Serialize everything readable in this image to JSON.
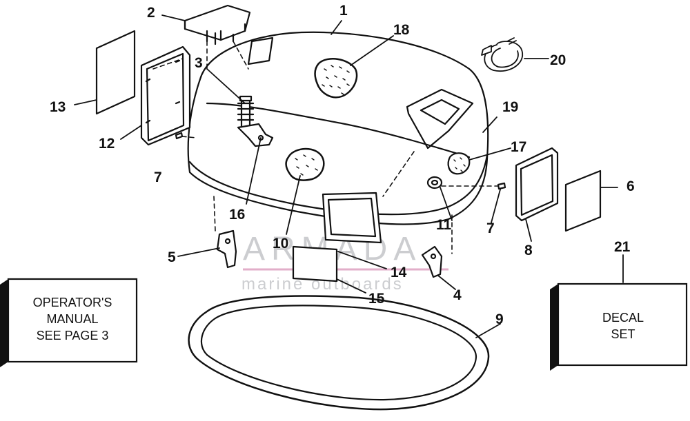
{
  "callouts": {
    "c1": "1",
    "c2": "2",
    "c3": "3",
    "c4": "4",
    "c5": "5",
    "c6": "6",
    "c7a": "7",
    "c7b": "7",
    "c8": "8",
    "c9": "9",
    "c10": "10",
    "c11": "11",
    "c12": "12",
    "c13": "13",
    "c14": "14",
    "c15": "15",
    "c16": "16",
    "c17": "17",
    "c18": "18",
    "c19": "19",
    "c20": "20",
    "c21": "21"
  },
  "operator_box": {
    "line1": "OPERATOR'S",
    "line2": "MANUAL",
    "line3": "SEE PAGE 3"
  },
  "decal_box": {
    "line1": "DECAL",
    "line2": "SET"
  },
  "watermark": {
    "title": "ARMADA",
    "subtitle": "marine outboards",
    "accent_color": "#d07aa6",
    "text_color": "#a3a6ab"
  },
  "colors": {
    "line": "#111111",
    "background": "#ffffff"
  }
}
